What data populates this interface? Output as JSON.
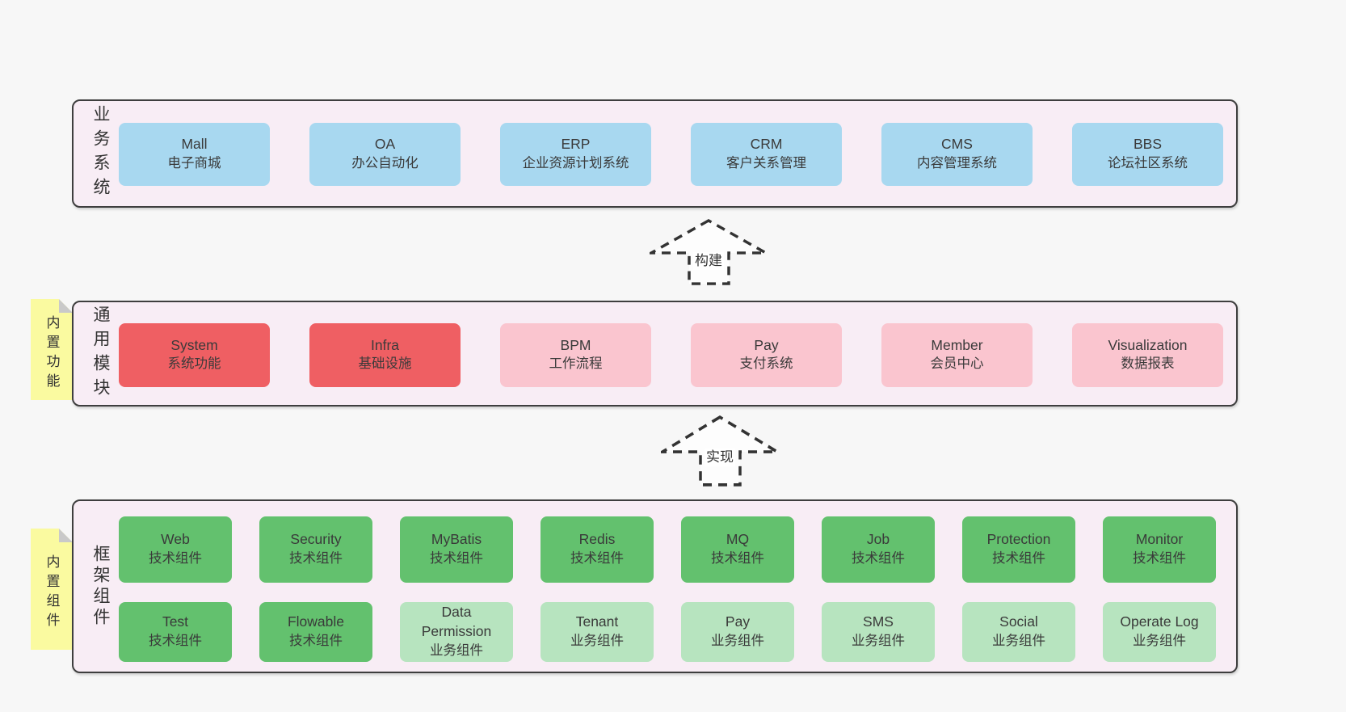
{
  "palette": {
    "page_bg": "#f7f7f7",
    "band_bg": "#f8edf5",
    "band_border": "#3e3e3e",
    "text": "#3a3a3a",
    "blue": "#a8d8f0",
    "red": "#ef5f63",
    "pink": "#fac5cf",
    "green": "#63c16e",
    "greenLight": "#b7e4bf",
    "sticky_bg": "#fafaa0",
    "sticky_fold": "#c9c9c9"
  },
  "diagram": {
    "bands": [
      {
        "id": "business-systems",
        "label": "业务系统",
        "rows": [
          [
            {
              "en": "Mall",
              "zh": "电子商城",
              "color": "blue"
            },
            {
              "en": "OA",
              "zh": "办公自动化",
              "color": "blue"
            },
            {
              "en": "ERP",
              "zh": "企业资源计划系统",
              "color": "blue"
            },
            {
              "en": "CRM",
              "zh": "客户关系管理",
              "color": "blue"
            },
            {
              "en": "CMS",
              "zh": "内容管理系统",
              "color": "blue"
            },
            {
              "en": "BBS",
              "zh": "论坛社区系统",
              "color": "blue"
            }
          ]
        ]
      },
      {
        "id": "common-modules",
        "label": "通用模块",
        "sticky": "内置功能",
        "rows": [
          [
            {
              "en": "System",
              "zh": "系统功能",
              "color": "red"
            },
            {
              "en": "Infra",
              "zh": "基础设施",
              "color": "red"
            },
            {
              "en": "BPM",
              "zh": "工作流程",
              "color": "pink"
            },
            {
              "en": "Pay",
              "zh": "支付系统",
              "color": "pink"
            },
            {
              "en": "Member",
              "zh": "会员中心",
              "color": "pink"
            },
            {
              "en": "Visualization",
              "zh": "数据报表",
              "color": "pink"
            }
          ]
        ]
      },
      {
        "id": "framework-components",
        "label": "框架组件",
        "sticky": "内置组件",
        "rows": [
          [
            {
              "en": "Web",
              "zh": "技术组件",
              "color": "green"
            },
            {
              "en": "Security",
              "zh": "技术组件",
              "color": "green"
            },
            {
              "en": "MyBatis",
              "zh": "技术组件",
              "color": "green"
            },
            {
              "en": "Redis",
              "zh": "技术组件",
              "color": "green"
            },
            {
              "en": "MQ",
              "zh": "技术组件",
              "color": "green"
            },
            {
              "en": "Job",
              "zh": "技术组件",
              "color": "green"
            },
            {
              "en": "Protection",
              "zh": "技术组件",
              "color": "green"
            },
            {
              "en": "Monitor",
              "zh": "技术组件",
              "color": "green"
            }
          ],
          [
            {
              "en": "Test",
              "zh": "技术组件",
              "color": "green"
            },
            {
              "en": "Flowable",
              "zh": "技术组件",
              "color": "green"
            },
            {
              "en": "Data Permission",
              "zh": "业务组件",
              "color": "greenLight"
            },
            {
              "en": "Tenant",
              "zh": "业务组件",
              "color": "greenLight"
            },
            {
              "en": "Pay",
              "zh": "业务组件",
              "color": "greenLight"
            },
            {
              "en": "SMS",
              "zh": "业务组件",
              "color": "greenLight"
            },
            {
              "en": "Social",
              "zh": "业务组件",
              "color": "greenLight"
            },
            {
              "en": "Operate Log",
              "zh": "业务组件",
              "color": "greenLight"
            }
          ]
        ]
      }
    ],
    "arrows": [
      {
        "id": "build",
        "label": "构建"
      },
      {
        "id": "implement",
        "label": "实现"
      }
    ]
  }
}
